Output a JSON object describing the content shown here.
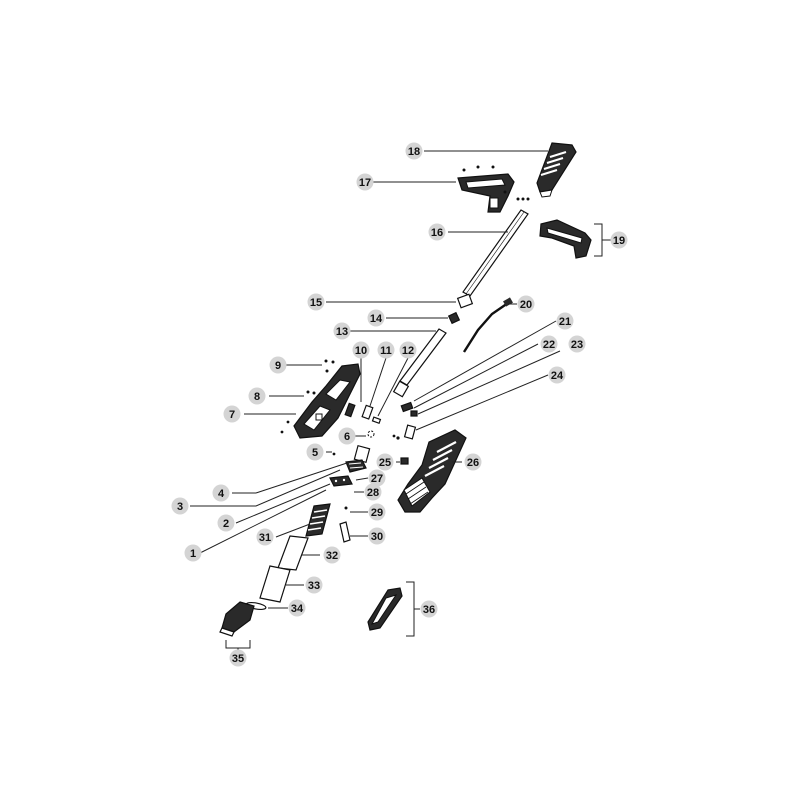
{
  "diagram": {
    "type": "exploded-parts-view",
    "colors": {
      "badge": "#d4d4d4",
      "ink": "#111111",
      "part_dark": "#2a2a2a",
      "part_light": "#ffffff"
    },
    "callouts": [
      "1",
      "2",
      "3",
      "4",
      "5",
      "6",
      "7",
      "8",
      "9",
      "10",
      "11",
      "12",
      "13",
      "14",
      "15",
      "16",
      "17",
      "18",
      "19",
      "20",
      "21",
      "22",
      "23",
      "24",
      "25",
      "26",
      "27",
      "28",
      "29",
      "30",
      "31",
      "32",
      "33",
      "34",
      "35",
      "36"
    ]
  }
}
